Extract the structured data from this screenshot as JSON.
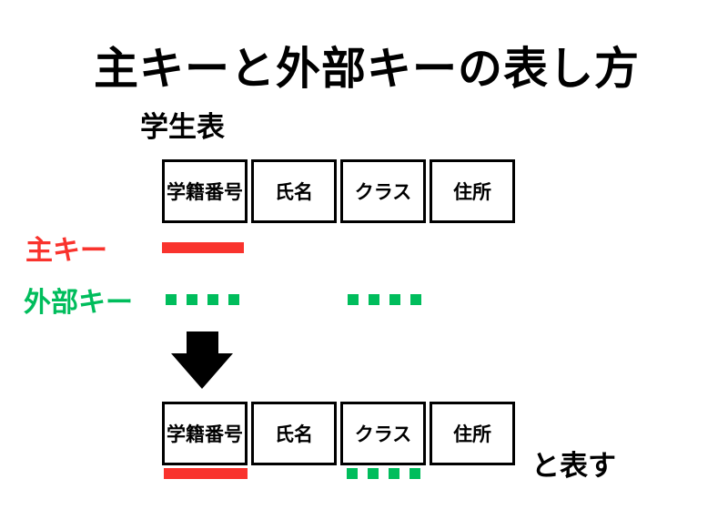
{
  "title": "主キーと外部キーの表し方",
  "table_label": "学生表",
  "columns": [
    "学籍番号",
    "氏名",
    "クラス",
    "住所"
  ],
  "legend": {
    "primary_key_label": "主キー",
    "foreign_key_label": "外部キー"
  },
  "result_caption": "と表す",
  "annotations": {
    "primary_key_marked_column": "学籍番号",
    "foreign_key_marked_column": "クラス",
    "primary_key_style": "solid-red-underline",
    "foreign_key_style": "dashed-green-underline"
  },
  "icons": {
    "down_arrow": "thick-black-down-arrow"
  },
  "colors": {
    "primary_key_red": "#F9332D",
    "foreign_key_green": "#00BD5C",
    "text_black": "#000000",
    "background": "#FFFFFF"
  }
}
